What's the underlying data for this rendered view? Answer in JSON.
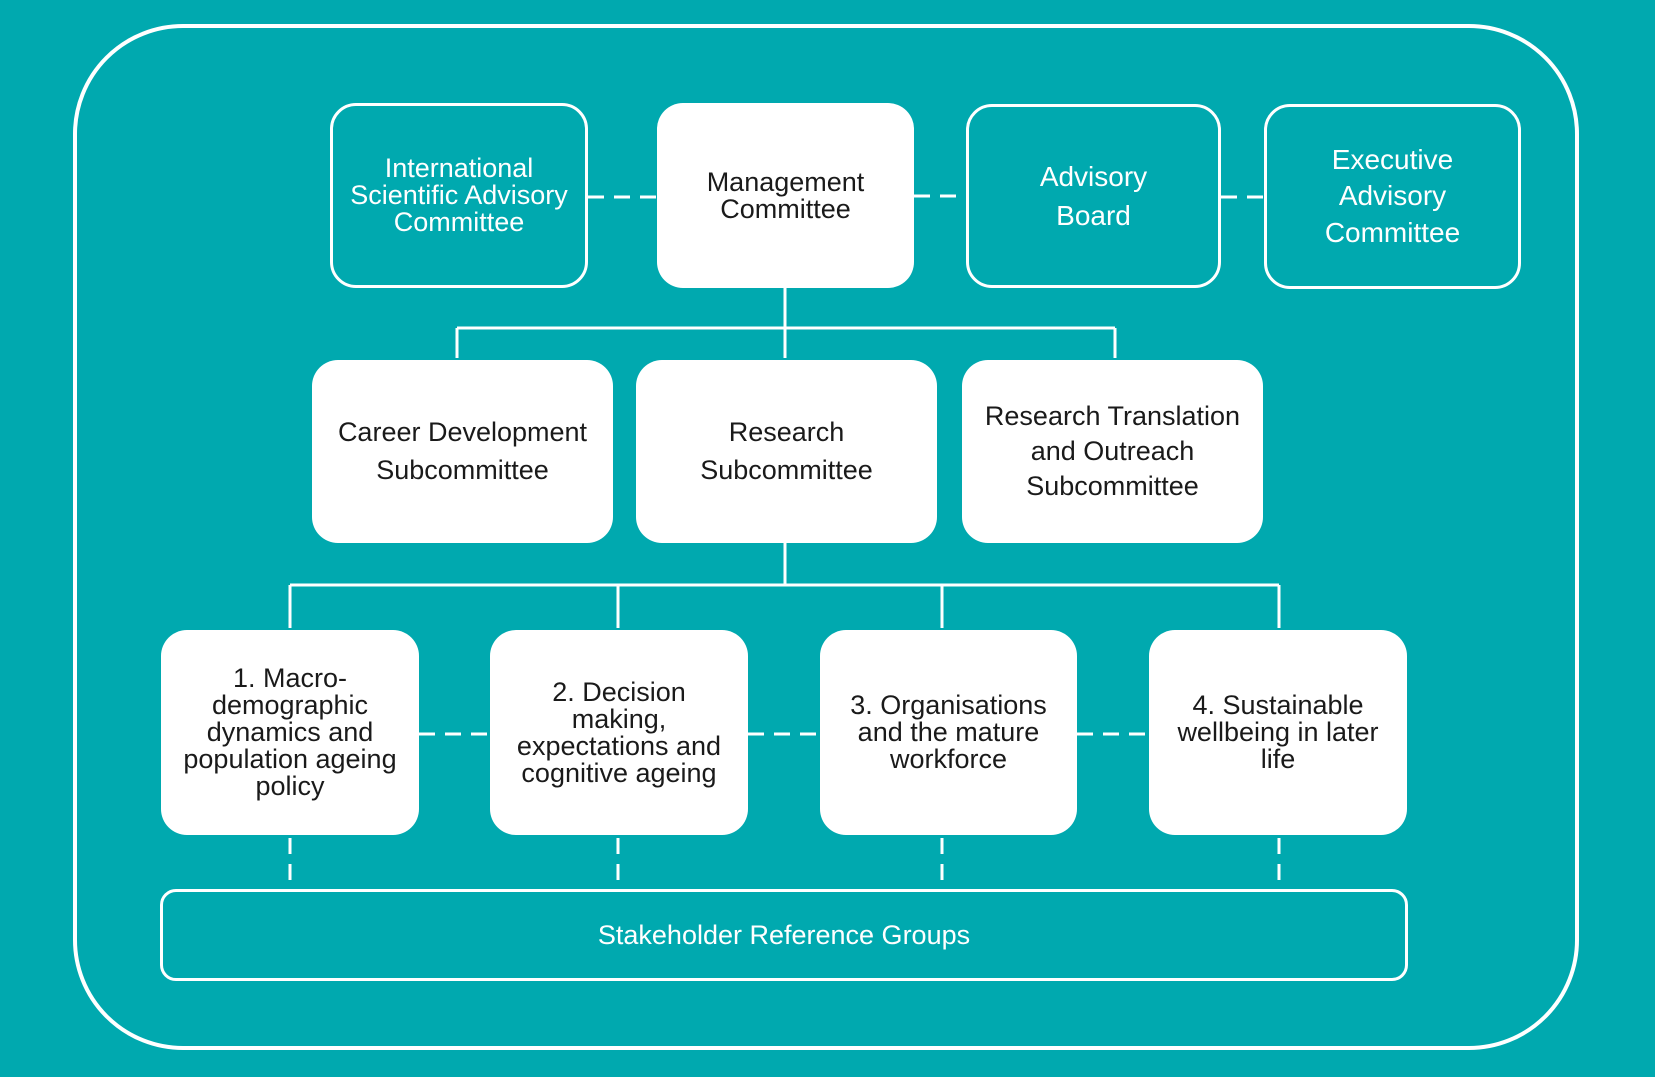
{
  "top_row": {
    "isac": "International\nScientific Advisory\nCommittee",
    "management": "Management\nCommittee",
    "advisory_board": "Advisory\nBoard",
    "executive": "Executive\nAdvisory\nCommittee"
  },
  "subcommittees": {
    "career": "Career Development\nSubcommittee",
    "research": "Research\nSubcommittee",
    "translation": "Research Translation\nand Outreach\nSubcommittee"
  },
  "streams": [
    {
      "label": "1. Macro-\ndemographic\ndynamics and\npopulation ageing\npolicy"
    },
    {
      "label": "2. Decision\nmaking,\nexpectations and\ncognitive ageing"
    },
    {
      "label": "3. Organisations\nand the mature\nworkforce"
    },
    {
      "label": "4. Sustainable\nwellbeing in later\nlife"
    }
  ],
  "stakeholder": "Stakeholder Reference Groups",
  "colors": {
    "background": "#00A9AF",
    "box": "#FFFFFF",
    "text": "#1A1A1A"
  }
}
